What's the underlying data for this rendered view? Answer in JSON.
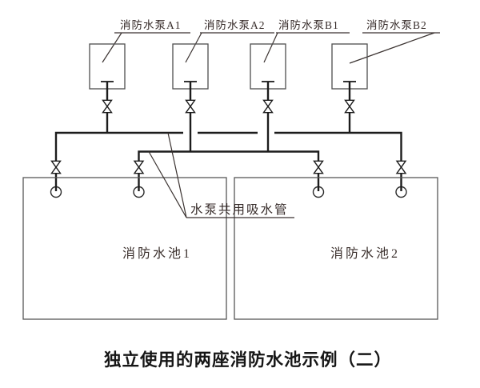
{
  "diagram": {
    "type": "fire-water-supply-piping-schematic",
    "pumps": [
      {
        "id": "A1",
        "label": "消防水泵A1"
      },
      {
        "id": "A2",
        "label": "消防水泵A2"
      },
      {
        "id": "B1",
        "label": "消防水泵B1"
      },
      {
        "id": "B2",
        "label": "消防水泵B2"
      }
    ],
    "tanks": [
      {
        "id": "1",
        "label": "消防水池1"
      },
      {
        "id": "2",
        "label": "消防水池2"
      }
    ],
    "shared_suction_note": "水泵共用吸水管",
    "title": "独立使用的两座消防水池示例（二）",
    "colors": {
      "background": "#ffffff",
      "pipe_ink": "#1c1c1c",
      "label_ink": "#352a28",
      "outline_gray": "#4f4f4f",
      "title_ink": "#161616"
    }
  }
}
